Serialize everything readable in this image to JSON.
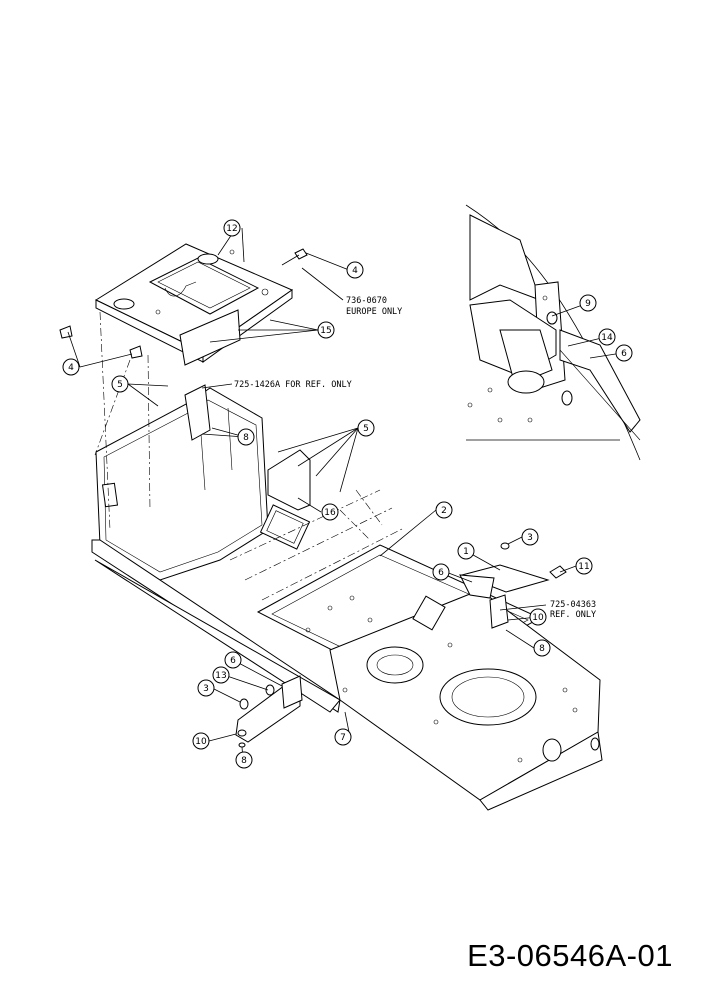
{
  "notes": {
    "note_736": [
      "736-0670",
      "EUROPE ONLY"
    ],
    "note_725a": "725-1426A FOR REF. ONLY",
    "note_725b": [
      "725-04363",
      "REF. ONLY"
    ]
  },
  "drawing_number": "E3-06546A-01",
  "callouts": {
    "c12": "12",
    "c4a": "4",
    "c4b": "4",
    "c15": "15",
    "c5a": "5",
    "c5b": "5",
    "c8a": "8",
    "c16": "16",
    "c2": "2",
    "c3a": "3",
    "c1": "1",
    "c6a": "6",
    "c11": "11",
    "c10a": "10",
    "c8b": "8",
    "c6b": "6",
    "c13": "13",
    "c3b": "3",
    "c10b": "10",
    "c8c": "8",
    "c7": "7",
    "c9": "9",
    "c14": "14",
    "c6c": "6"
  }
}
